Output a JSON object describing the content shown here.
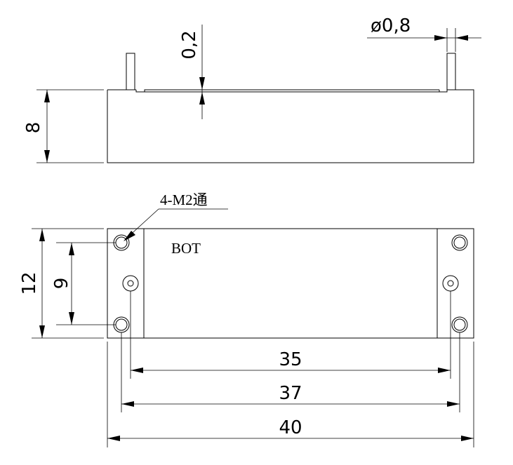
{
  "drawing": {
    "side_view": {
      "height_dim": "8",
      "recess_dim": "0,2",
      "pin_diameter_dim": "ø0,8"
    },
    "bottom_view": {
      "hole_note": "4-M2通",
      "label": "BOT",
      "height_dim": "12",
      "hole_spacing_dim": "9",
      "dim_35": "35",
      "dim_37": "37",
      "dim_40": "40"
    }
  }
}
